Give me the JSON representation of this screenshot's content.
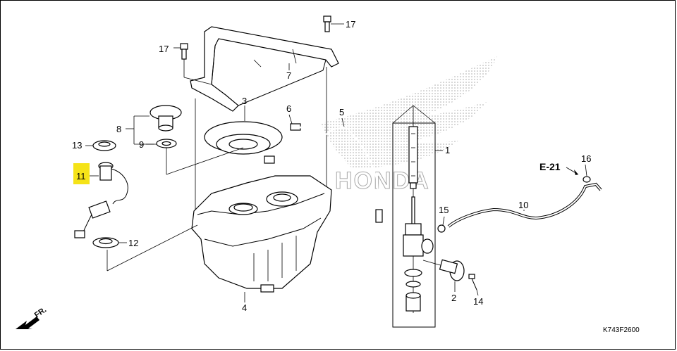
{
  "diagram": {
    "callouts": [
      {
        "id": "c1",
        "text": "1"
      },
      {
        "id": "c2",
        "text": "2"
      },
      {
        "id": "c3",
        "text": "3"
      },
      {
        "id": "c4",
        "text": "4"
      },
      {
        "id": "c5",
        "text": "5"
      },
      {
        "id": "c6",
        "text": "6"
      },
      {
        "id": "c7",
        "text": "7"
      },
      {
        "id": "c8",
        "text": "8"
      },
      {
        "id": "c9",
        "text": "9"
      },
      {
        "id": "c10",
        "text": "10"
      },
      {
        "id": "c11",
        "text": "11",
        "highlighted": true
      },
      {
        "id": "c12",
        "text": "12"
      },
      {
        "id": "c13",
        "text": "13"
      },
      {
        "id": "c14",
        "text": "14"
      },
      {
        "id": "c15",
        "text": "15"
      },
      {
        "id": "c16",
        "text": "16"
      },
      {
        "id": "c17a",
        "text": "17"
      },
      {
        "id": "c17b",
        "text": "17"
      }
    ],
    "reference_label": "E-21",
    "direction_label": "FR.",
    "watermark_text": "HONDA",
    "figure_code": "K743F2600",
    "highlight_color": "#f5e318"
  }
}
